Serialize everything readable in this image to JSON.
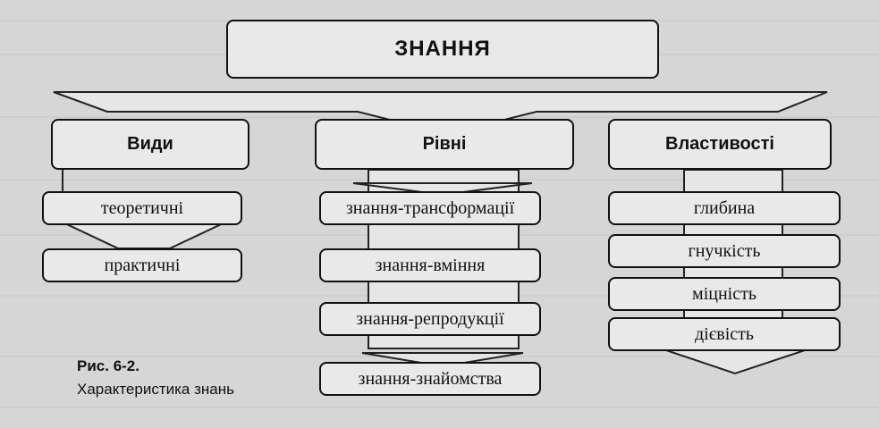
{
  "root": {
    "label": "ЗНАННЯ"
  },
  "categories": [
    {
      "label": "Види",
      "items": [
        "теоретичні",
        "практичні"
      ]
    },
    {
      "label": "Рівні",
      "items": [
        "знання-трансформації",
        "знання-вміння",
        "знання-репродукції",
        "знання-знайомства"
      ]
    },
    {
      "label": "Властивості",
      "items": [
        "глибина",
        "гнучкість",
        "міцність",
        "дієвість"
      ]
    }
  ],
  "caption": {
    "figure": "Рис. 6-2.",
    "text": "Характеристика знань"
  }
}
